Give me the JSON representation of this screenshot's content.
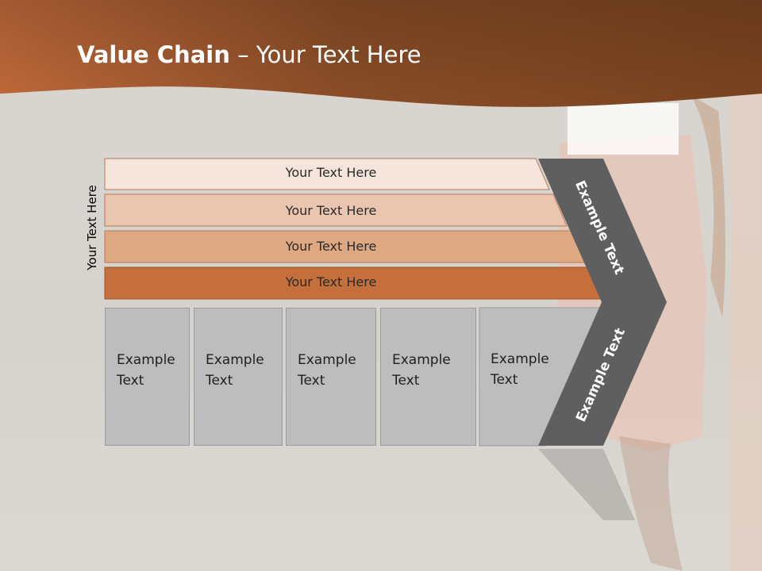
{
  "title": {
    "bold": "Value Chain",
    "rest": " – Your Text Here"
  },
  "side_label": "Your Text Here",
  "bands": [
    {
      "label": "Your Text Here",
      "color": "#f5e5dc"
    },
    {
      "label": "Your Text Here",
      "color": "#eac6b0"
    },
    {
      "label": "Your Text Here",
      "color": "#dea882"
    },
    {
      "label": "Your Text Here",
      "color": "#c46f3c"
    }
  ],
  "boxes": [
    {
      "label": "Example Text"
    },
    {
      "label": "Example Text"
    },
    {
      "label": "Example Text"
    },
    {
      "label": "Example Text"
    },
    {
      "label": "Example Text"
    }
  ],
  "chevron": {
    "upper_label": "Example Text",
    "lower_label": "Example Text",
    "color": "#5f5f5f"
  },
  "colors": {
    "header_dark": "#7a4320",
    "header_light": "#c0693a"
  }
}
